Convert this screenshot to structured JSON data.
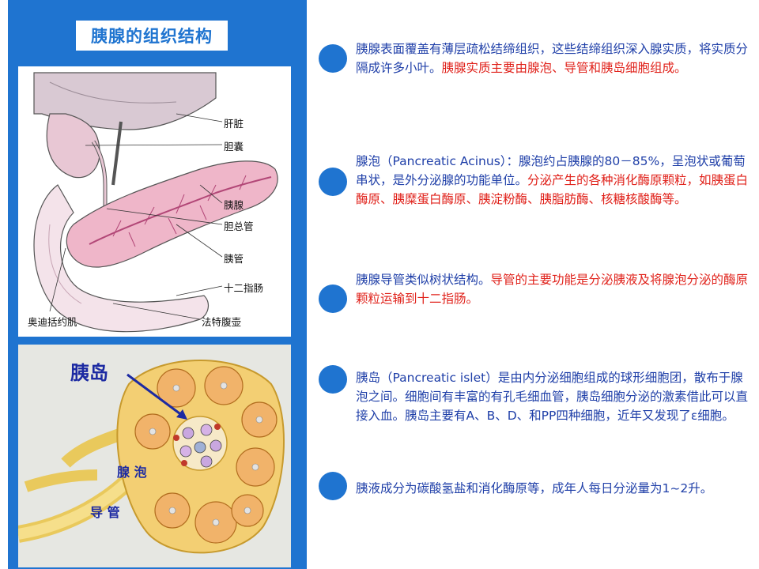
{
  "title": "胰腺的组织结构",
  "figure1": {
    "labels": {
      "liver": "肝脏",
      "gallbladder": "胆囊",
      "pancreas": "胰腺",
      "common_bile_duct": "胆总管",
      "pancreatic_duct": "胰管",
      "duodenum": "十二指肠",
      "sphincter_oddi": "奥迪括约肌",
      "ampulla": "法特腹壶"
    }
  },
  "figure2": {
    "labels": {
      "islet": "胰岛",
      "acinus": "腺 泡",
      "duct": "导 管"
    }
  },
  "paragraphs": [
    {
      "text": "胰腺表面覆盖有薄层疏松结缔组织，这些结缔组织深入腺实质，将实质分隔成许多小叶。",
      "highlight": "胰腺实质主要由腺泡、导管和胰岛细胞组成。"
    },
    {
      "text": "腺泡（Pancreatic Acinus）：腺泡约占胰腺的80－85%，呈泡状或葡萄串状，是外分泌腺的功能单位。",
      "highlight": "分泌产生的各种消化酶原颗粒，如胰蛋白酶原、胰糜蛋白酶原、胰淀粉酶、胰脂肪酶、核糖核酸酶等。"
    },
    {
      "text": "胰腺导管类似树状结构。",
      "highlight": "导管的主要功能是分泌胰液及将腺泡分泌的酶原颗粒运输到十二指肠。"
    },
    {
      "text": "胰岛（Pancreatic islet）是由内分泌细胞组成的球形细胞团，散布于腺泡之间。细胞间有丰富的有孔毛细血管，胰岛细胞分泌的激素借此可以直接入血。胰岛主要有A、B、D、和PP四种细胞，近年又发现了ε细胞。",
      "highlight": ""
    },
    {
      "text": "胰液成分为碳酸氢盐和消化酶原等，成年人每日分泌量为1~2升。",
      "highlight": ""
    }
  ],
  "colors": {
    "panel_blue": "#1f74d0",
    "text_blue": "#1f3fa8",
    "highlight_red": "#e0211a"
  }
}
